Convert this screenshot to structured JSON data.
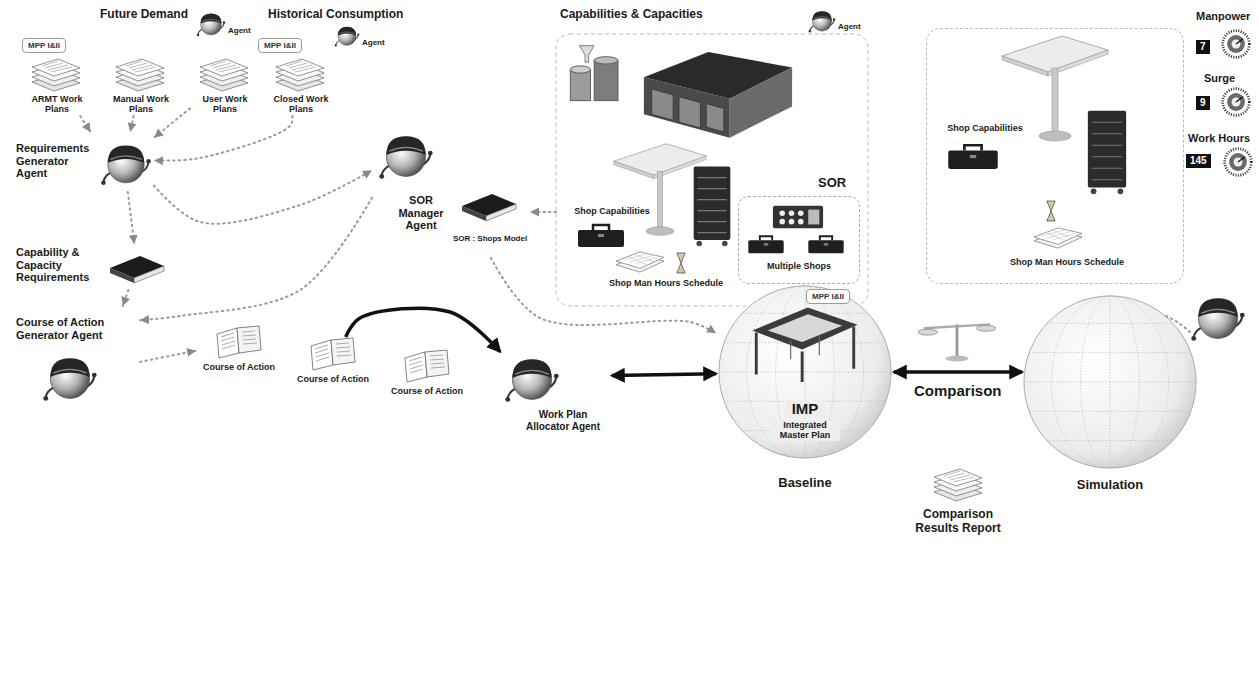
{
  "diagram": {
    "nodes": [
      {
        "text": [
          "MPP I&II"
        ]
      },
      {
        "text": [
          "ARMT Work Plans"
        ]
      },
      {
        "text": [
          "Manual Work Plans"
        ]
      },
      {
        "text": [
          "User Work Plans"
        ]
      },
      {
        "text": [
          "MPP I&II"
        ]
      },
      {
        "text": [
          "Closed Work Plans"
        ]
      },
      {
        "text": [
          "Capabilities & Capacities",
          "SOR",
          "Shop Capabilities",
          "Shop Man Hours Schedule"
        ]
      },
      {
        "text": [
          "Multiple Shops"
        ],
        "in": 6
      },
      {
        "text": [
          "MPP I&II"
        ],
        "in": 6
      },
      {
        "text": [
          "Requirements Generator Agent"
        ]
      },
      {
        "text": [
          "Capability & Capacity Requirements"
        ]
      },
      {
        "text": [
          "SOR Manager Agent",
          "SOR : Shops Model"
        ]
      },
      {
        "text": [
          "Course of Action Generator Agent"
        ]
      },
      {
        "text": [
          "Course of Action"
        ]
      },
      {
        "text": [
          "Course of Action"
        ]
      },
      {
        "text": [
          "Course of Action"
        ]
      },
      {
        "text": [
          "Work Plan Allocator Agent"
        ]
      },
      {
        "text": [
          "IMP",
          "Integrated Master Plan",
          "Baseline"
        ]
      },
      {
        "text": [
          "Simulation"
        ]
      },
      {
        "text": [
          "Shop Capabilities",
          "Shop Man Hours Schedule"
        ]
      }
    ],
    "edges": [
      {
        "from": 1,
        "to": 9,
        "arrow": "to"
      },
      {
        "from": 2,
        "to": 9,
        "arrow": "to"
      },
      {
        "from": 3,
        "to": 9,
        "arrow": "to"
      },
      {
        "from": 5,
        "to": 9,
        "arrow": "to"
      },
      {
        "from": 9,
        "to": 10,
        "arrow": "to"
      },
      {
        "from": 9,
        "to": 11,
        "arrow": "to"
      },
      {
        "from": 6,
        "to": 11,
        "arrow": "to"
      },
      {
        "from": 10,
        "to": 12,
        "arrow": "to"
      },
      {
        "from": 11,
        "to": 12,
        "arrow": "to"
      },
      {
        "from": 12,
        "to": 13,
        "arrow": "to"
      },
      {
        "from": 14,
        "to": 16,
        "arrow": "to"
      },
      {
        "from": 11,
        "to": 17,
        "arrow": "to"
      },
      {
        "from": 16,
        "to": 17,
        "arrow": "both"
      },
      {
        "from": 17,
        "to": 18,
        "label": "Comparison",
        "arrow": "both"
      }
    ],
    "labels": [
      "Future Demand",
      "Agent",
      "Historical Consumption",
      "Agent",
      "Agent",
      "Comparison Results Report",
      "Manpower",
      "7",
      "Surge",
      "9",
      "Work Hours",
      "145"
    ]
  }
}
